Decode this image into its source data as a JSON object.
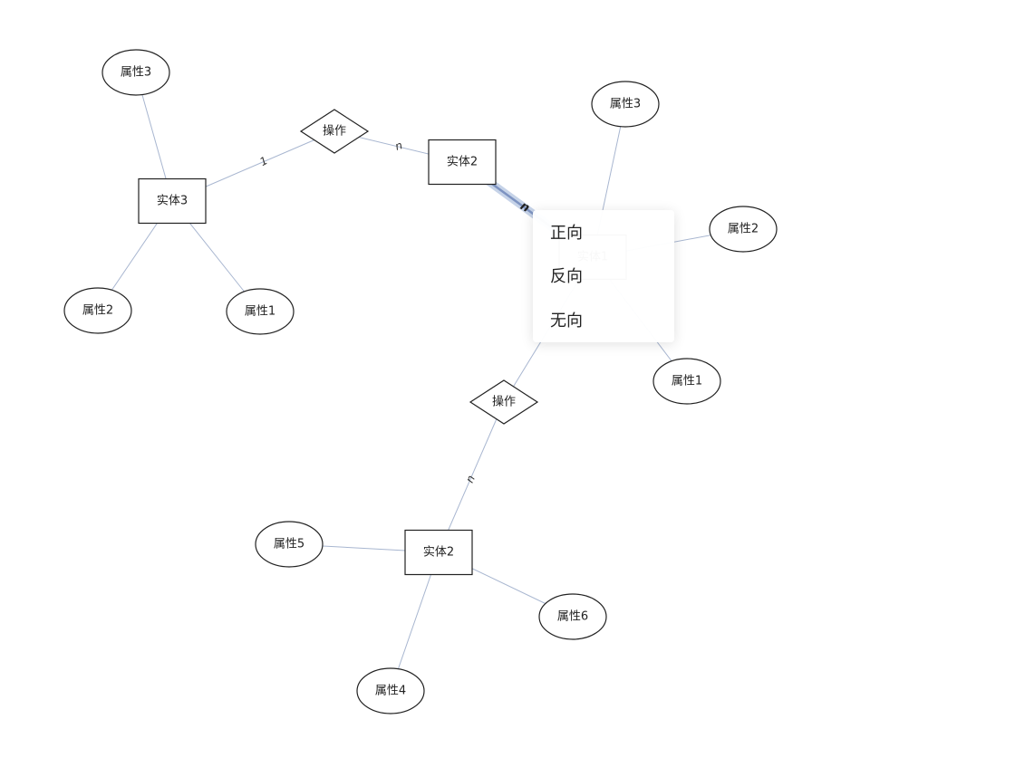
{
  "diagram": {
    "nodes": [
      {
        "id": "e3",
        "type": "entity",
        "label": "实体3"
      },
      {
        "id": "e2a",
        "type": "entity",
        "label": "实体2"
      },
      {
        "id": "e1",
        "type": "entity",
        "label": "实体1"
      },
      {
        "id": "e2b",
        "type": "entity",
        "label": "实体2"
      },
      {
        "id": "r1",
        "type": "relation",
        "label": "操作"
      },
      {
        "id": "r2",
        "type": "relation",
        "label": "操作"
      },
      {
        "id": "a_e3_3",
        "type": "attribute",
        "label": "属性3"
      },
      {
        "id": "a_e3_2",
        "type": "attribute",
        "label": "属性2"
      },
      {
        "id": "a_e3_1",
        "type": "attribute",
        "label": "属性1"
      },
      {
        "id": "a_e1_3",
        "type": "attribute",
        "label": "属性3"
      },
      {
        "id": "a_e1_2",
        "type": "attribute",
        "label": "属性2"
      },
      {
        "id": "a_e1_1",
        "type": "attribute",
        "label": "属性1"
      },
      {
        "id": "a_e2b_5",
        "type": "attribute",
        "label": "属性5"
      },
      {
        "id": "a_e2b_6",
        "type": "attribute",
        "label": "属性6"
      },
      {
        "id": "a_e2b_4",
        "type": "attribute",
        "label": "属性4"
      }
    ],
    "edges": [
      {
        "from": "e3",
        "to": "r1",
        "cardinality": "1"
      },
      {
        "from": "r1",
        "to": "e2a",
        "cardinality": "n"
      },
      {
        "from": "e2a",
        "to": "e1",
        "cardinality": "n",
        "selected": true
      },
      {
        "from": "e1",
        "to": "r2",
        "cardinality": ""
      },
      {
        "from": "r2",
        "to": "e2b",
        "cardinality": "n"
      },
      {
        "from": "e3",
        "to": "a_e3_3",
        "cardinality": ""
      },
      {
        "from": "e3",
        "to": "a_e3_2",
        "cardinality": ""
      },
      {
        "from": "e3",
        "to": "a_e3_1",
        "cardinality": ""
      },
      {
        "from": "e1",
        "to": "a_e1_3",
        "cardinality": ""
      },
      {
        "from": "e1",
        "to": "a_e1_2",
        "cardinality": ""
      },
      {
        "from": "e1",
        "to": "a_e1_1",
        "cardinality": ""
      },
      {
        "from": "e2b",
        "to": "a_e2b_5",
        "cardinality": ""
      },
      {
        "from": "e2b",
        "to": "a_e2b_6",
        "cardinality": ""
      },
      {
        "from": "e2b",
        "to": "a_e2b_4",
        "cardinality": ""
      }
    ],
    "colors": {
      "edge": "#a8b6d0",
      "edge_selected": "#7d93c1",
      "node_stroke": "#222222"
    }
  },
  "context_menu": {
    "items": [
      {
        "label": "正向"
      },
      {
        "label": "反向"
      },
      {
        "label": "无向"
      }
    ]
  }
}
